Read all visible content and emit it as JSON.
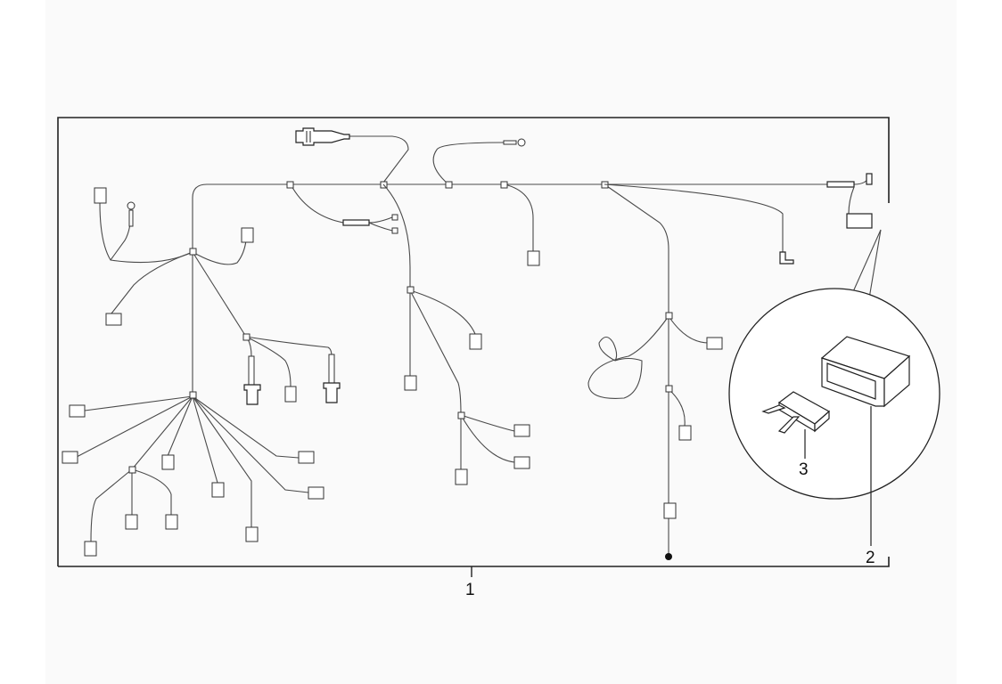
{
  "diagram": {
    "callouts": [
      {
        "id": "callout-1",
        "text": "1"
      },
      {
        "id": "callout-2",
        "text": "2"
      },
      {
        "id": "callout-3",
        "text": "3"
      }
    ]
  }
}
